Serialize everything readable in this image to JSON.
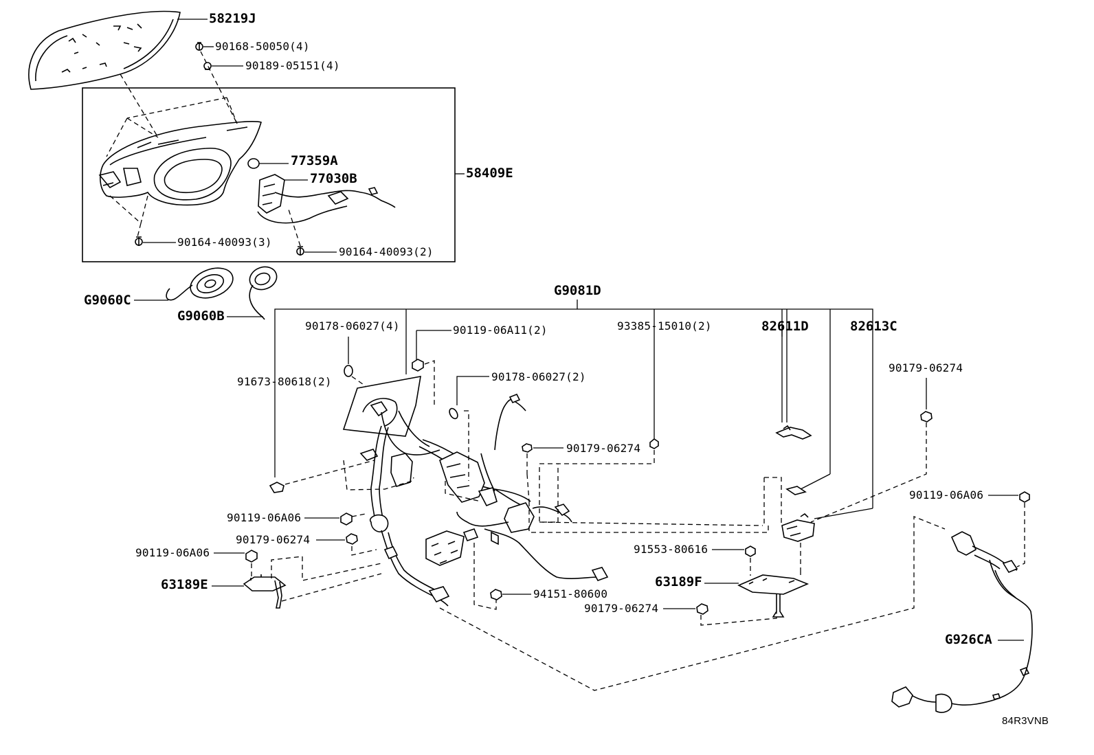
{
  "labels": {
    "l58219J": "58219J",
    "l9016850050": "90168-50050(4)",
    "l9018905151": "90189-05151(4)",
    "l77359A": "77359A",
    "l77030B": "77030B",
    "l58409E": "58409E",
    "l9016440093_3": "90164-40093(3)",
    "l9016440093_2": "90164-40093(2)",
    "lG9060C": "G9060C",
    "lG9060B": "G9060B",
    "lG9081D": "G9081D",
    "l9017806027_4": "90178-06027(4)",
    "l9011906A11_2": "90119-06A11(2)",
    "l9338515010_2": "93385-15010(2)",
    "l82611D": "82611D",
    "l82613C": "82613C",
    "l9017906274_a": "90179-06274",
    "l9167380618_2": "91673-80618(2)",
    "l9017806027_2": "90178-06027(2)",
    "l9017906274_b": "90179-06274",
    "l9011906A06_a": "90119-06A06",
    "l9011906A06_b": "90119-06A06",
    "l9017906274_c": "90179-06274",
    "l9011906A06_c": "90119-06A06",
    "l9155380616": "91553-80616",
    "l63189E": "63189E",
    "l63189F": "63189F",
    "l9415180600": "94151-80600",
    "l9017906274_d": "90179-06274",
    "lG926CA": "G926CA",
    "ref": "84R3VNB"
  }
}
